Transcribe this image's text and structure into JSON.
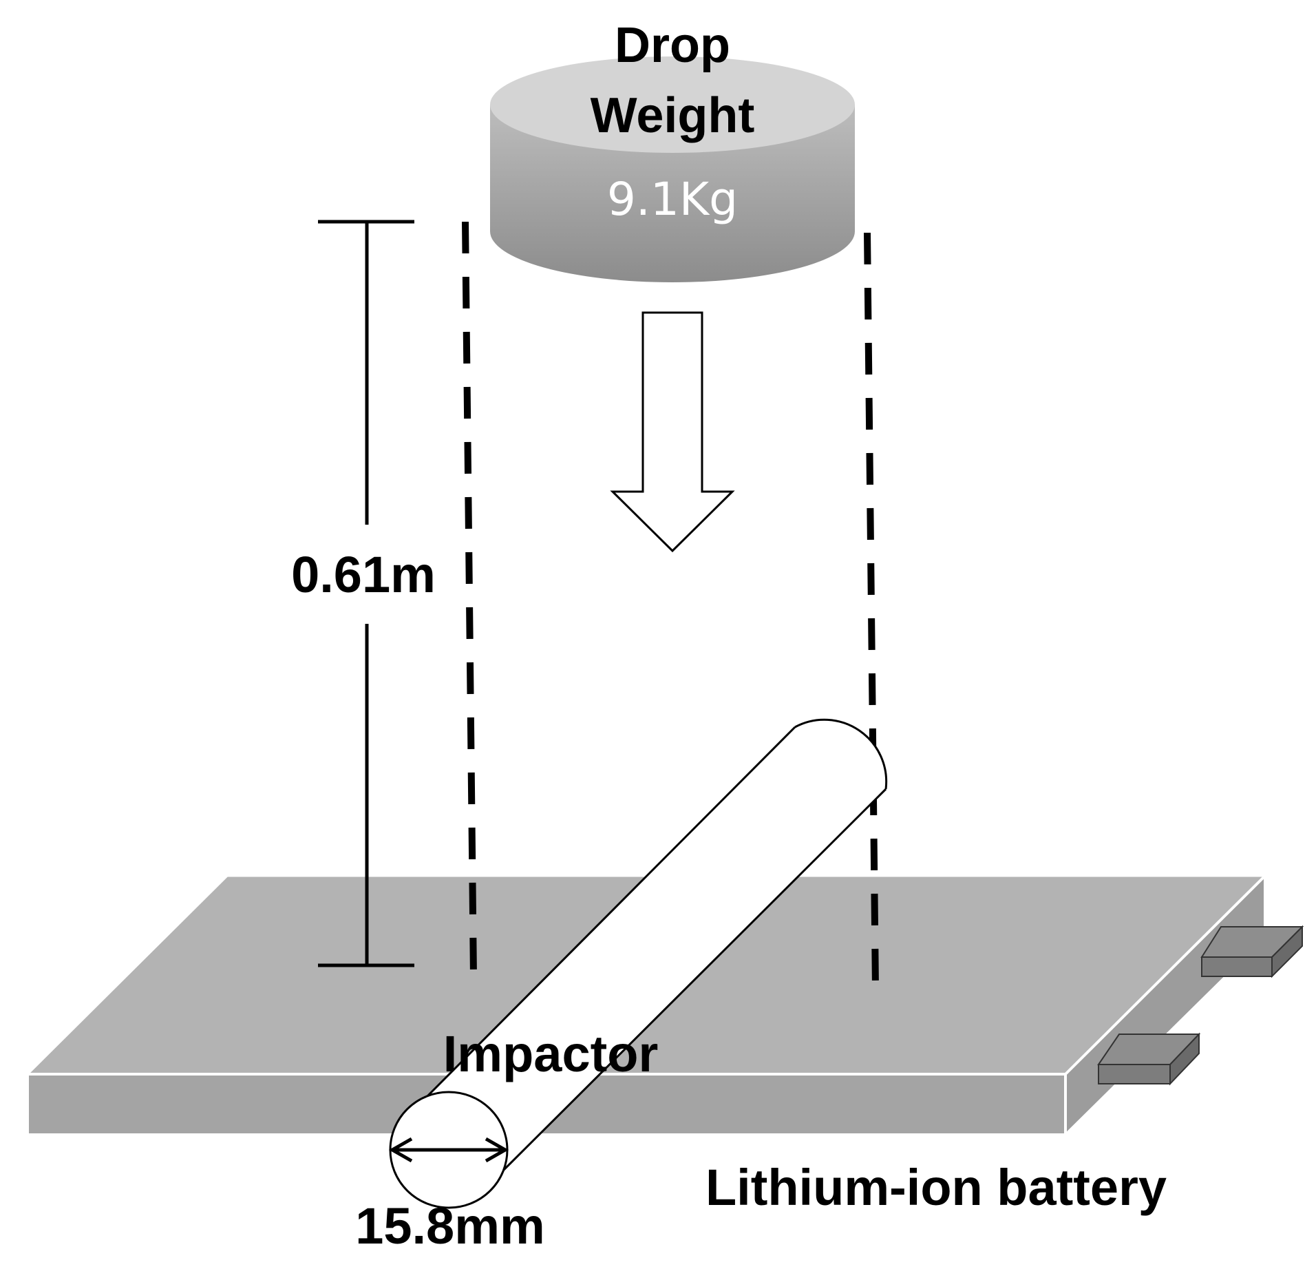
{
  "drop_weight": {
    "label_line1": "Drop",
    "label_line2": "Weight",
    "mass": "9.1Kg"
  },
  "drop_height": "0.61m",
  "impactor": {
    "label": "Impactor",
    "diameter": "15.8mm"
  },
  "battery": {
    "label": "Lithium-ion battery"
  },
  "colors": {
    "weight_top": "#d4d4d4",
    "weight_side_top": "#b8b8b8",
    "weight_side_bottom": "#8e8e8e",
    "plate_top": "#b3b3b3",
    "plate_front": "#a4a4a4",
    "plate_side": "#9c9c9c",
    "tab": "#7d7d7d",
    "line": "#000000"
  }
}
